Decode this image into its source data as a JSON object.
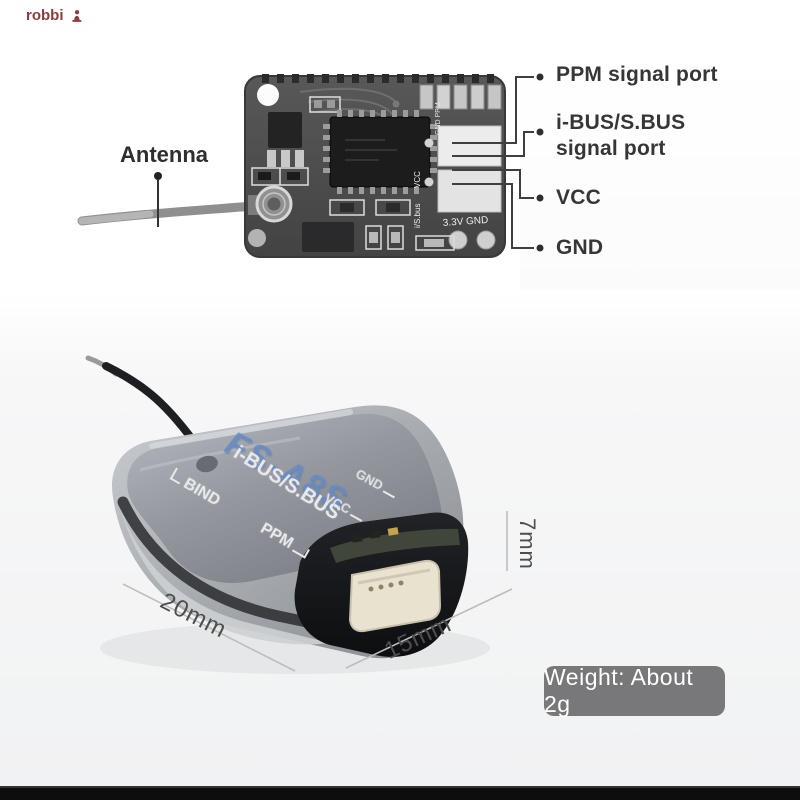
{
  "seller": {
    "name": "robbi"
  },
  "diagram": {
    "antenna_label": "Antenna",
    "pins": [
      {
        "label": "PPM signal port"
      },
      {
        "label": "i-BUS/S.BUS",
        "label2": "signal port"
      },
      {
        "label": "VCC"
      },
      {
        "label": "GND"
      }
    ],
    "silkscreen": {
      "power": "3.3V GND",
      "vcc": "VCC",
      "ibus": "i/S.bus",
      "ppm_gnd": "GND PPM"
    }
  },
  "product": {
    "model": "FS-A8S",
    "case_labels": {
      "bind": "BIND",
      "ibus": "i-BUS/S.BUS",
      "ppm": "PPM",
      "gnd": "GND",
      "vcc": "VCC"
    },
    "dimensions": {
      "length": "20mm",
      "width": "15mm",
      "height": "7mm"
    },
    "weight_badge": "Weight: About 2g"
  },
  "colors": {
    "seller_maroon": "#8e3c3c",
    "logo_blue": "#688cc6",
    "badge_gray": "#78787a",
    "annotation_gray": "#363636"
  }
}
